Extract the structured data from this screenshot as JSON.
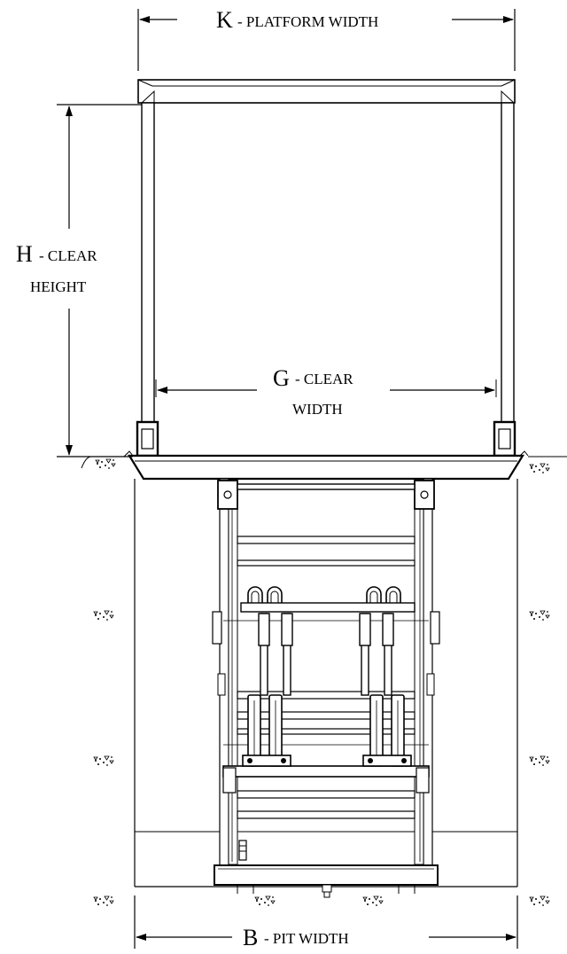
{
  "labels": {
    "k_letter": "K",
    "k_text": "- PLATFORM WIDTH",
    "h_letter": "H",
    "h_text1": "- CLEAR",
    "h_text2": "HEIGHT",
    "g_letter": "G",
    "g_text1": "- CLEAR",
    "g_text2": "WIDTH",
    "b_letter": "B",
    "b_text": "- PIT WIDTH"
  },
  "colors": {
    "line": "#000000",
    "background": "#ffffff"
  }
}
